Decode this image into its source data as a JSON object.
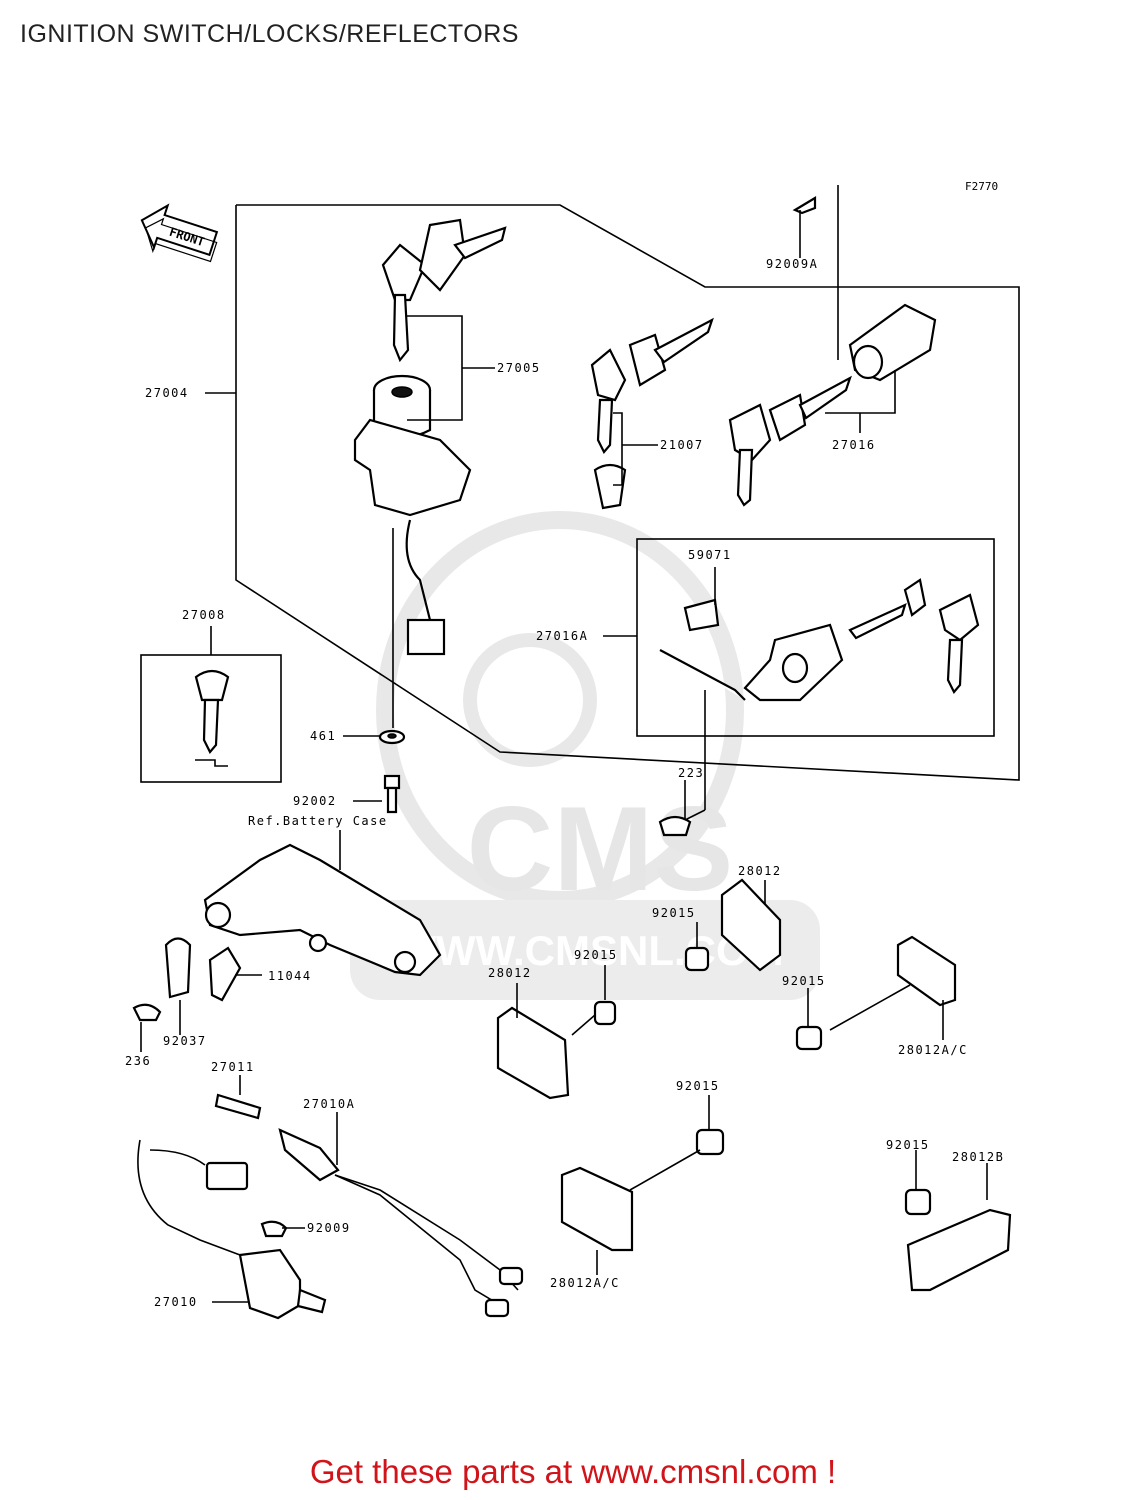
{
  "title": "IGNITION SWITCH/LOCKS/REFLECTORS",
  "figure_code": "F2770",
  "front_arrow_label": "FRONT",
  "watermark": {
    "logo_text": "CMS",
    "url_text": "WWW.CMSNL.COM"
  },
  "ref_label": "Ref.Battery Case",
  "parts": {
    "p27004": "27004",
    "p27005": "27005",
    "p21007": "21007",
    "p27016": "27016",
    "p92009A": "92009A",
    "p27008": "27008",
    "p59071": "59071",
    "p27016A": "27016A",
    "p461": "461",
    "p92002": "92002",
    "p223": "223",
    "p28012_a": "28012",
    "p92015_a": "92015",
    "p92015_b": "92015",
    "p28012_b": "28012",
    "p92015_c": "92015",
    "p28012AC_a": "28012A/C",
    "p11044": "11044",
    "p92037": "92037",
    "p236": "236",
    "p27011": "27011",
    "p27010A": "27010A",
    "p92015_d": "92015",
    "p92015_e": "92015",
    "p28012B": "28012B",
    "p92009": "92009",
    "p27010": "27010",
    "p28012AC_b": "28012A/C"
  },
  "footer": "Get these parts at www.cmsnl.com !"
}
